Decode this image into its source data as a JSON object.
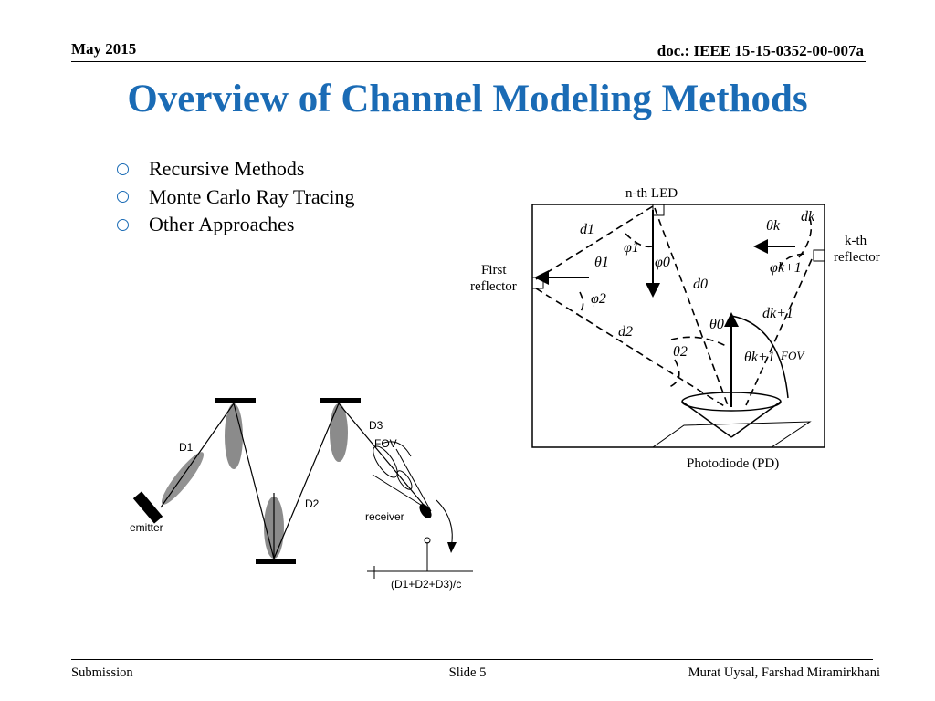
{
  "header": {
    "date": "May 2015",
    "doc_id": "doc.: IEEE 15-15-0352-00-007a"
  },
  "title": "Overview of Channel Modeling Methods",
  "bullets": [
    "Recursive Methods",
    "Monte Carlo Ray Tracing",
    "Other Approaches"
  ],
  "figure_right": {
    "top_label": "n-th LED",
    "right_label_line1": "k-th",
    "right_label_line2": "reflector",
    "left_label_line1": "First",
    "left_label_line2": "reflector",
    "bottom_label": "Photodiode (PD)",
    "symbols": {
      "d1": "d1",
      "d0": "d0",
      "d2": "d2",
      "dk": "dk",
      "dk1": "dk+1",
      "phi1": "φ1",
      "phi0": "φ0",
      "phi2": "φ2",
      "phik1": "φk+1",
      "theta1": "θ1",
      "theta0": "θ0",
      "theta2": "θ2",
      "thetak": "θk",
      "thetak1": "θk+1",
      "fov": "FOV"
    }
  },
  "figure_left": {
    "d1": "D1",
    "d2": "D2",
    "d3": "D3",
    "fov": "FOV",
    "emitter": "emitter",
    "receiver": "receiver",
    "formula": "(D1+D2+D3)/c"
  },
  "footer": {
    "left": "Submission",
    "center": "Slide 5",
    "right": "Murat Uysal, Farshad Miramirkhani"
  },
  "colors": {
    "title": "#1a6bb5",
    "bullet": "#1a6bb5"
  }
}
